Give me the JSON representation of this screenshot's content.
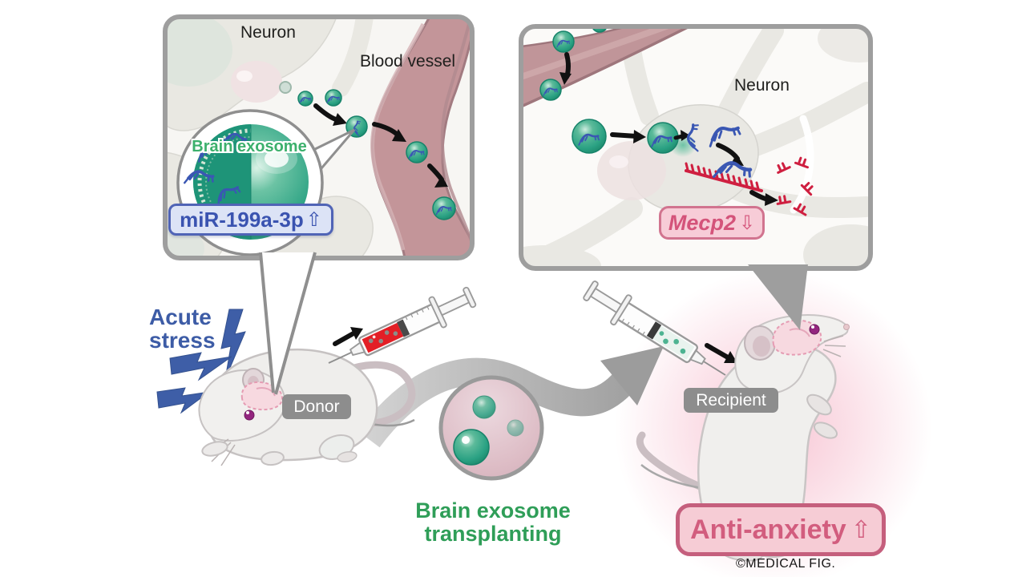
{
  "panels": {
    "left": {
      "neuron_label": "Neuron",
      "blood_vessel_label": "Blood vessel",
      "magnifier": {
        "title": "Brain exosome",
        "molecule": "miR-199a-3p",
        "direction_arrow": "⇧"
      }
    },
    "right": {
      "neuron_label": "Neuron",
      "gene": "Mecp2",
      "direction_arrow": "⇩"
    }
  },
  "scene": {
    "stress_label_line1": "Acute",
    "stress_label_line2": "stress",
    "donor_label": "Donor",
    "recipient_label": "Recipient",
    "transplant_label_line1": "Brain exosome",
    "transplant_label_line2": "transplanting",
    "outcome_label": "Anti-anxiety",
    "outcome_arrow": "⇧",
    "credit": "©MEDICAL FIG."
  },
  "colors": {
    "exosome_teal": "#2aa183",
    "mirna_blue": "#3a57b3",
    "mir_box_fill": "#dce3f6",
    "mir_box_border": "#5064b6",
    "mir_text_blue": "#3a53b0",
    "green_text": "#2f9e58",
    "stress_blue": "#3d5ca6",
    "pink_box_fill": "#f6ccd5",
    "pink_box_border": "#c55f7d",
    "pink_text": "#d4537a",
    "mrna_red": "#cf1f40",
    "vessel_pink": "#c39599",
    "panel_border_gray": "#9e9e9e",
    "chip_gray": "#8d8d8d",
    "glow_pink": "#f6bbcc"
  }
}
